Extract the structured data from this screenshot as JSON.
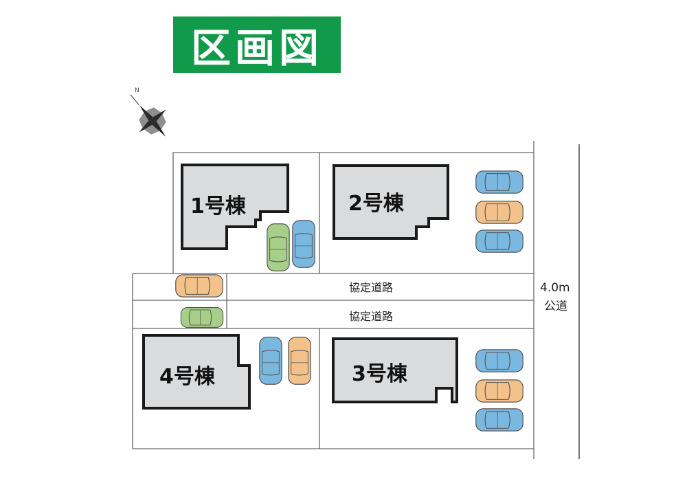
{
  "title": "区画図",
  "buildings": [
    {
      "label": "1号棟"
    },
    {
      "label": "2号棟"
    },
    {
      "label": "3号棟"
    },
    {
      "label": "4号棟"
    }
  ],
  "private_roads": [
    {
      "label": "協定道路"
    },
    {
      "label": "協定道路"
    }
  ],
  "public_road": {
    "width": "4.0m",
    "label": "公道"
  },
  "compass": {
    "icon": "north-arrow-icon",
    "north_letter": "N"
  },
  "colors": {
    "title_bg": "#119a4a",
    "building_fill": "#d9dbdc",
    "car_blue": "#7ab8e0",
    "car_orange": "#f2c28a",
    "car_green": "#a8cf88"
  }
}
